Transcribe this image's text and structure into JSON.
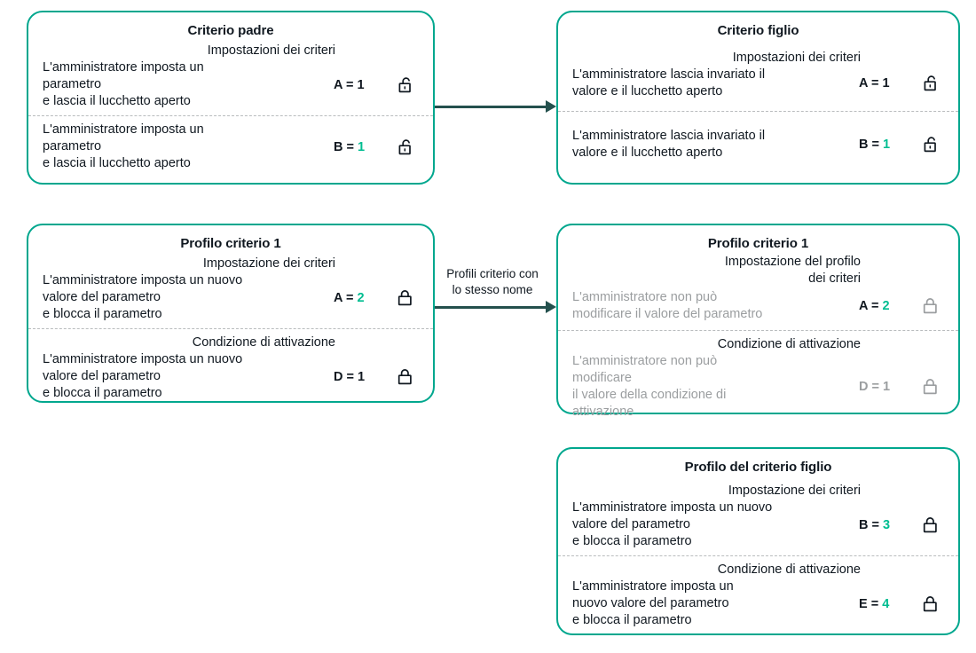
{
  "theme": {
    "border_color": "#00a78e",
    "accent_value_color": "#00bd91",
    "arrow_color": "#24504d",
    "muted_color": "#9b9ea0",
    "text_color": "#101820"
  },
  "cards": {
    "parent_policy": {
      "title": "Criterio padre",
      "rows": [
        {
          "head": "Impostazioni dei criteri",
          "desc": "L'amministratore imposta un\nparametro\n e lascia il lucchetto aperto",
          "key": "A = ",
          "value": "1",
          "value_accent": false,
          "lock": "unlock-icon",
          "muted": false
        },
        {
          "head": "",
          "desc": "L'amministratore imposta un\nparametro\n e lascia il lucchetto aperto",
          "key": "B = ",
          "value": "1",
          "value_accent": true,
          "lock": "unlock-icon",
          "muted": false
        }
      ]
    },
    "child_policy": {
      "title": "Criterio figlio",
      "rows": [
        {
          "head": "Impostazioni dei criteri",
          "desc": "L'amministratore lascia invariato il\nvalore e il lucchetto aperto",
          "key": "A = ",
          "value": "1",
          "value_accent": false,
          "lock": "unlock-icon",
          "muted": false
        },
        {
          "head": "",
          "desc": "L'amministratore lascia invariato il\nvalore e il lucchetto aperto",
          "key": "B = ",
          "value": "1",
          "value_accent": true,
          "lock": "unlock-icon",
          "muted": false
        }
      ]
    },
    "policy_profile_left": {
      "title": "Profilo criterio 1",
      "rows": [
        {
          "head": "Impostazione dei criteri",
          "desc": "L'amministratore imposta un nuovo\nvalore del parametro\n e blocca il parametro",
          "key": "A = ",
          "value": "2",
          "value_accent": true,
          "lock": "lock-icon",
          "muted": false
        },
        {
          "head": "Condizione di attivazione",
          "desc": "L'amministratore imposta un nuovo\nvalore del parametro\n e blocca il parametro",
          "key": "D = ",
          "value": "1",
          "value_accent": false,
          "lock": "lock-icon",
          "muted": false
        }
      ]
    },
    "policy_profile_right": {
      "title": "Profilo criterio 1",
      "rows": [
        {
          "head": "Impostazione del profilo\ndei criteri",
          "desc": "L'amministratore non può\nmodificare il valore del parametro",
          "key": "A = ",
          "value": "2",
          "value_accent": true,
          "lock": "lock-icon",
          "muted": true,
          "value_muted": false
        },
        {
          "head": "Condizione di attivazione",
          "desc": "L'amministratore non può\nmodificare\n il valore della condizione di\nattivazione",
          "key": "D = ",
          "value": "1",
          "value_accent": false,
          "lock": "lock-icon",
          "muted": true,
          "value_muted": true
        }
      ]
    },
    "child_policy_profile": {
      "title": "Profilo del criterio figlio",
      "rows": [
        {
          "head": "Impostazione dei criteri",
          "desc": "L'amministratore imposta un nuovo\nvalore del parametro\n e blocca il parametro",
          "key": "B = ",
          "value": "3",
          "value_accent": true,
          "lock": "lock-icon",
          "muted": false
        },
        {
          "head": "Condizione di attivazione",
          "desc": "L'amministratore imposta un\nnuovo valore del parametro\n e blocca il parametro",
          "key": "E = ",
          "value": "4",
          "value_accent": true,
          "lock": "lock-icon",
          "muted": false
        }
      ]
    }
  },
  "arrows": {
    "top": {
      "label": ""
    },
    "middle": {
      "label": "Profili criterio con\nlo stesso nome"
    }
  }
}
